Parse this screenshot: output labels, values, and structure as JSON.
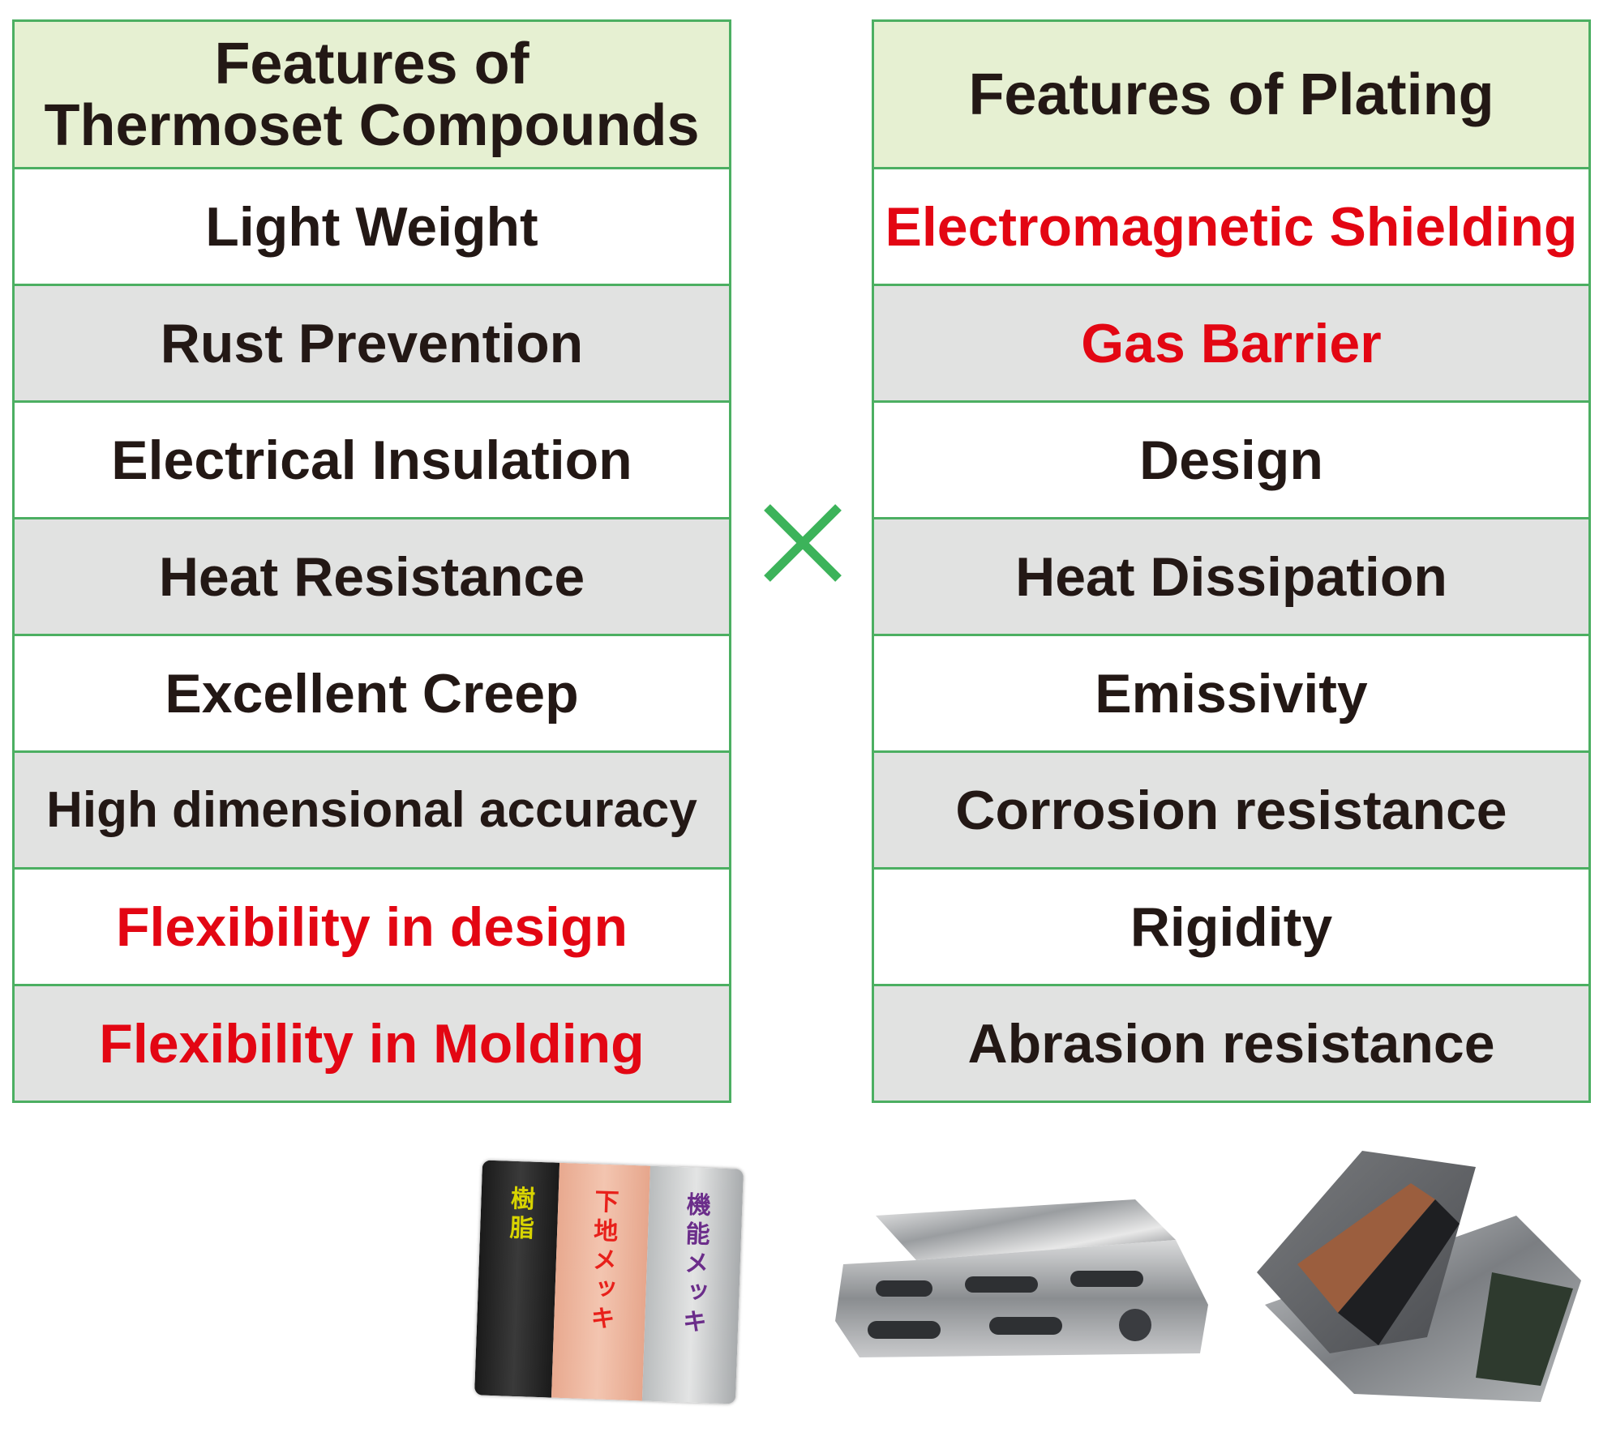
{
  "left_table": {
    "header_line1": "Features of",
    "header_line2": "Thermoset Compounds",
    "rows": [
      "Light Weight",
      "Rust Prevention",
      "Electrical Insulation",
      "Heat Resistance",
      "Excellent Creep",
      "High dimensional accuracy",
      "Flexibility in design",
      "Flexibility in Molding"
    ]
  },
  "right_table": {
    "header": "Features of Plating",
    "rows": [
      "Electromagnetic Shielding",
      "Gas Barrier",
      "Design",
      "Heat Dissipation",
      "Emissivity",
      "Corrosion resistance",
      "Rigidity",
      "Abrasion resistance"
    ]
  },
  "sample": {
    "layer1": "樹脂",
    "layer2": "下地メッキ",
    "layer3": "機能メッキ"
  },
  "colors": {
    "border": "#4caf62",
    "header_bg": "#e6f0d2",
    "alt_row_bg": "#e1e2e1",
    "highlight_text": "#e30613",
    "text": "#231815",
    "cross": "#3cb35a"
  },
  "icons": [
    "multiply-cross-icon"
  ]
}
